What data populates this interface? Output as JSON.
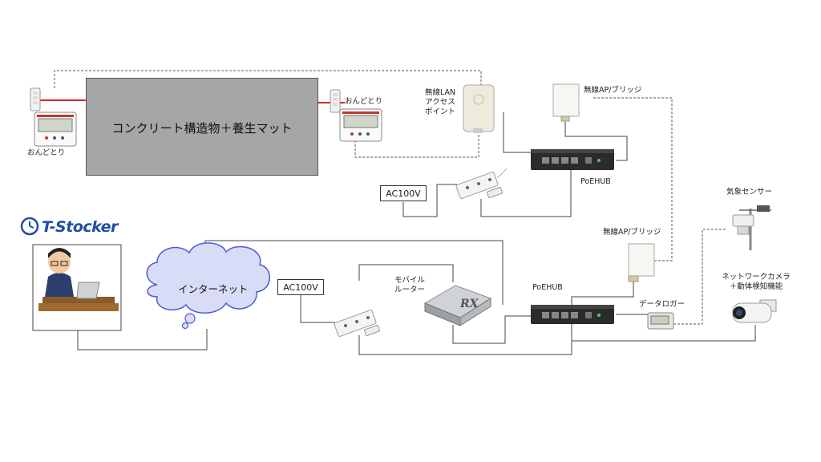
{
  "concrete": {
    "title": "コンクリート構造物＋養生マット"
  },
  "labels": {
    "sensor_left": "おんどとり",
    "sensor_right": "おんどとり",
    "wireless_lan": [
      "無線LAN",
      "アクセス",
      "ポイント"
    ],
    "ap_bridge_top": "無線AP/ブリッジ",
    "ap_bridge_mid": "無線AP/ブリッジ",
    "poehub_top": "PoEHUB",
    "poehub_bottom": "PoEHUB",
    "ac_top": "AC100V",
    "ac_bottom": "AC100V",
    "weather_sensor": "気象センサー",
    "network_camera": [
      "ネットワークカメラ",
      "＋動体検知機能"
    ],
    "data_logger": "データロガー",
    "mobile_router": [
      "モバイル",
      "ルーター"
    ],
    "internet": "インターネット"
  },
  "logo": {
    "text": "T-Stocker",
    "color": "#1f4ea3"
  },
  "colors": {
    "arrow": "#e02020",
    "line": "#444444",
    "dashed": "#555555",
    "cloud_fill": "#d9dcf7",
    "cloud_stroke": "#4d5bd0"
  }
}
